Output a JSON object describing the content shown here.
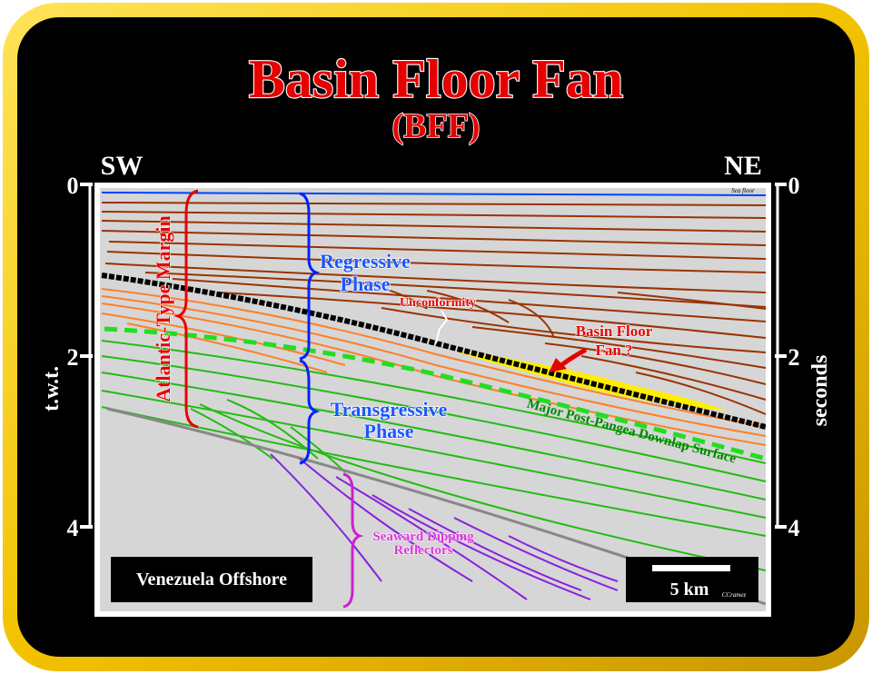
{
  "title": "Basin Floor Fan",
  "subtitle": "(BFF)",
  "orientation": {
    "left": "SW",
    "right": "NE"
  },
  "axis": {
    "left_label": "t.w.t.",
    "right_label": "seconds",
    "ticks": [
      "0",
      "2",
      "4"
    ]
  },
  "labels": {
    "sea_floor": "Sea floor",
    "atlantic_margin": "Atlantic-Type Margin",
    "regressive_phase_1": "Regressive",
    "regressive_phase_2": "Phase",
    "transgressive_phase_1": "Transgressive",
    "transgressive_phase_2": "Phase",
    "unconformity": "Unconformity",
    "basin_floor_fan_1": "Basin Floor",
    "basin_floor_fan_2": "Fan ?",
    "downlap_surface": "Major Post-Pangea Downlap Surface",
    "seaward_dipping_1": "Seaward Dipping",
    "seaward_dipping_2": "Reflectors",
    "location": "Venezuela Offshore",
    "scale": "5 km",
    "credit": "CCramez"
  },
  "colors": {
    "frame_gold": "#f2c200",
    "background": "#000000",
    "title_red": "#e60000",
    "section_gray": "#d6d6d6",
    "regressive_brown": "#993300",
    "orange_unit": "#ff7f27",
    "transgressive_green": "#22bb11",
    "downlap_green": "#22dd22",
    "basement_purple": "#8822dd",
    "regressive_blue": "#0022ff",
    "fan_yellow": "#ffee00"
  }
}
